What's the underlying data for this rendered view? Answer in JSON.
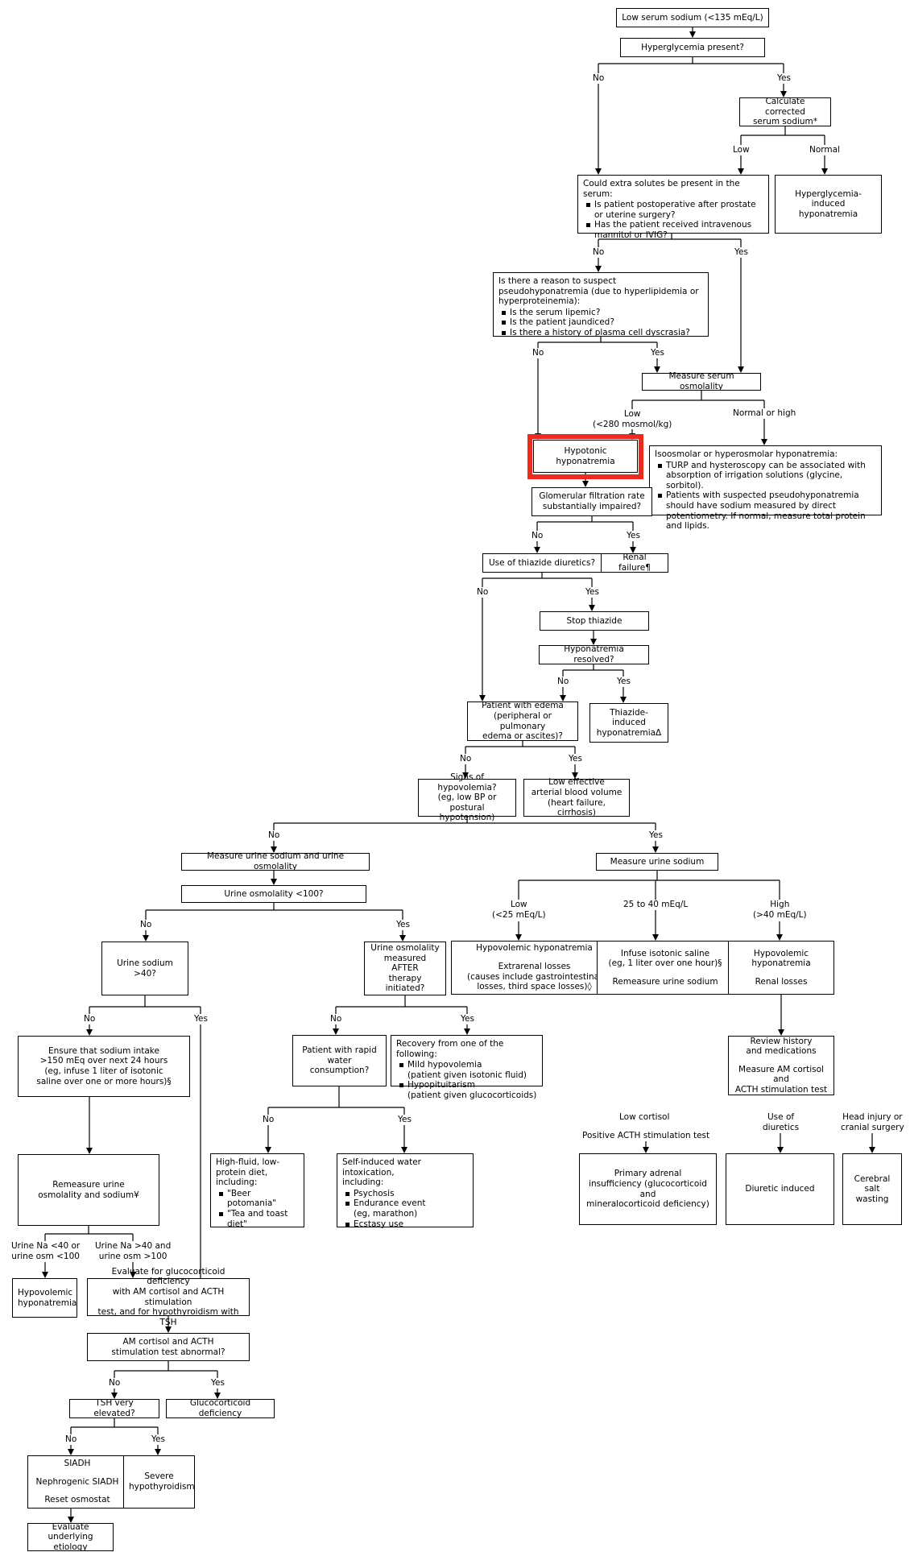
{
  "nodes": {
    "n1": {
      "lines": [
        "Low serum sodium (<135 mEq/L)"
      ]
    },
    "n2": {
      "lines": [
        "Hyperglycemia present?"
      ]
    },
    "n3": {
      "lines": [
        "Calculate corrected",
        "serum sodium*"
      ]
    },
    "n4": {
      "lines": [
        "Could extra solutes be present in the serum:"
      ],
      "bullets": [
        "Is patient postoperative after prostate or uterine surgery?",
        "Has the patient received intravenous mannitol or IVIG?"
      ]
    },
    "n5": {
      "lines": [
        "Hyperglycemia-induced",
        "hyponatremia"
      ]
    },
    "n6": {
      "lines": [
        "Is there a reason to suspect pseudohyponatremia (due to hyperlipidemia or hyperproteinemia):"
      ],
      "bullets": [
        "Is the serum lipemic?",
        "Is the patient jaundiced?",
        "Is there a history of plasma cell dyscrasia?"
      ]
    },
    "n7": {
      "lines": [
        "Measure serum osmolality"
      ]
    },
    "n8": {
      "lines": [
        "Hypotonic hyponatremia"
      ]
    },
    "n9": {
      "lines": [
        "Isoosmolar or hyperosmolar hyponatremia:"
      ],
      "bullets": [
        "TURP and hysteroscopy can be associated with absorption of irrigation solutions (glycine, sorbitol).",
        "Patients with suspected pseudohyponatremia should have sodium measured by direct potentiometry. If normal, measure total protein and lipids."
      ]
    },
    "n10": {
      "lines": [
        "Glomerular filtration rate",
        "substantially impaired?"
      ]
    },
    "n11": {
      "lines": [
        "Use of thiazide diuretics?"
      ]
    },
    "n12": {
      "lines": [
        "Renal failure¶"
      ]
    },
    "n13": {
      "lines": [
        "Stop thiazide"
      ]
    },
    "n14": {
      "lines": [
        "Hyponatremia resolved?"
      ]
    },
    "n15": {
      "lines": [
        "Patient with edema",
        "(peripheral or pulmonary",
        "edema or ascites)?"
      ]
    },
    "n16": {
      "lines": [
        "Thiazide-induced",
        "hyponatremiaΔ"
      ]
    },
    "n17": {
      "lines": [
        "Signs of hypovolemia?",
        "(eg, low BP or",
        "postural hypotension)"
      ]
    },
    "n18": {
      "lines": [
        "Low effective",
        "arterial blood volume",
        "(heart failure, cirrhosis)"
      ]
    },
    "n19": {
      "lines": [
        "Measure urine sodium and urine osmolality"
      ]
    },
    "n20": {
      "lines": [
        "Measure urine sodium"
      ]
    },
    "n21": {
      "lines": [
        "Urine osmolality <100?"
      ]
    },
    "n22": {
      "lines": [
        "Urine sodium >40?"
      ]
    },
    "n23": {
      "lines": [
        "Urine osmolality",
        "measured AFTER",
        "therapy initiated?"
      ]
    },
    "n24": {
      "lines": [
        "Hypovolemic hyponatremia"
      ],
      "lines2": [
        "Extrarenal losses",
        "(causes include gastrointestinal",
        "losses, third space losses)◊"
      ]
    },
    "n25": {
      "lines": [
        "Infuse isotonic saline",
        "(eg, 1 liter over one hour)§"
      ],
      "lines2": [
        "Remeasure urine sodium"
      ]
    },
    "n26": {
      "lines": [
        "Hypovolemic",
        "hyponatremia"
      ],
      "lines2": [
        "Renal losses"
      ]
    },
    "n27": {
      "lines": [
        "Ensure that sodium intake",
        ">150 mEq over next 24 hours",
        "(eg, infuse 1 liter of isotonic",
        "saline over one or more hours)§"
      ]
    },
    "n28": {
      "lines": [
        "Patient with rapid",
        "water consumption?"
      ]
    },
    "n29": {
      "lines": [
        "Recovery from one of the following:"
      ],
      "bullets": [
        "Mild hypovolemia\n(patient given isotonic fluid)",
        "Hypopituitarism\n(patient given glucocorticoids)"
      ]
    },
    "n30": {
      "lines": [
        "Review history",
        "and medications"
      ],
      "lines2": [
        "Measure AM cortisol and",
        "ACTH stimulation test"
      ]
    },
    "n31": {
      "lines": [
        "High-fluid, low-protein diet,",
        "including:"
      ],
      "bullets": [
        "\"Beer potomania\"",
        "\"Tea and toast diet\""
      ]
    },
    "n32": {
      "lines": [
        "Self-induced water intoxication,",
        "including:"
      ],
      "bullets": [
        "Psychosis",
        "Endurance event\n(eg, marathon)",
        "Ecstasy use"
      ]
    },
    "n33": {
      "lines": [
        "Remeasure urine",
        "osmolality and sodium¥"
      ]
    },
    "n34": {
      "lines": [
        "Primary adrenal",
        "insufficiency (glucocorticoid and",
        "mineralocorticoid deficiency)"
      ]
    },
    "n35": {
      "lines": [
        "Diuretic induced"
      ]
    },
    "n36": {
      "lines": [
        "Cerebral salt",
        "wasting"
      ]
    },
    "n37": {
      "lines": [
        "Hypovolemic",
        "hyponatremia"
      ]
    },
    "n38": {
      "lines": [
        "Evaluate for glucocorticoid deficiency",
        "with AM cortisol and ACTH stimulation",
        "test, and for hypothyroidism with TSH"
      ]
    },
    "n39": {
      "lines": [
        "AM cortisol and ACTH",
        "stimulation test abnormal?"
      ]
    },
    "n40": {
      "lines": [
        "TSH very elevated?"
      ]
    },
    "n41": {
      "lines": [
        "Glucocorticoid deficiency"
      ]
    },
    "n42": {
      "lines": [
        "SIADH"
      ],
      "lines2": [
        "Nephrogenic SIADH"
      ],
      "lines3": [
        "Reset osmostat"
      ]
    },
    "n43": {
      "lines": [
        "Severe",
        "hypothyroidism"
      ]
    },
    "n44": {
      "lines": [
        "Evaluate underlying",
        "etiology"
      ]
    }
  },
  "labels": {
    "L1": "No",
    "L2": "Yes",
    "L3": "Low",
    "L4": "Normal",
    "L5": "No",
    "L6": "Yes",
    "L7": "No",
    "L8": "Yes",
    "L9": "Low\n(<280 mosmol/kg)",
    "L10": "Normal or high",
    "L11": "No",
    "L12": "Yes",
    "L13": "No",
    "L14": "Yes",
    "L15": "No",
    "L16": "Yes",
    "L17": "No",
    "L18": "Yes",
    "L19": "No",
    "L20": "Yes",
    "L21": "No",
    "L22": "Yes",
    "L23": "Low\n(<25 mEq/L)",
    "L24": "25 to 40 mEq/L",
    "L25": "High\n(>40 mEq/L)",
    "L26": "No",
    "L27": "Yes",
    "L28": "No",
    "L29": "Yes",
    "L30": "No",
    "L31": "Yes",
    "L32": "Low cortisol",
    "L33": "Positive ACTH stimulation test",
    "L34": "Use of\ndiuretics",
    "L35": "Head injury or\ncranial surgery",
    "L36": "Urine Na <40 or\nurine osm <100",
    "L37": "Urine Na >40 and\nurine osm >100",
    "L38": "No",
    "L39": "Yes",
    "L40": "No",
    "L41": "Yes"
  },
  "highlight_color": "#ee2a1b"
}
